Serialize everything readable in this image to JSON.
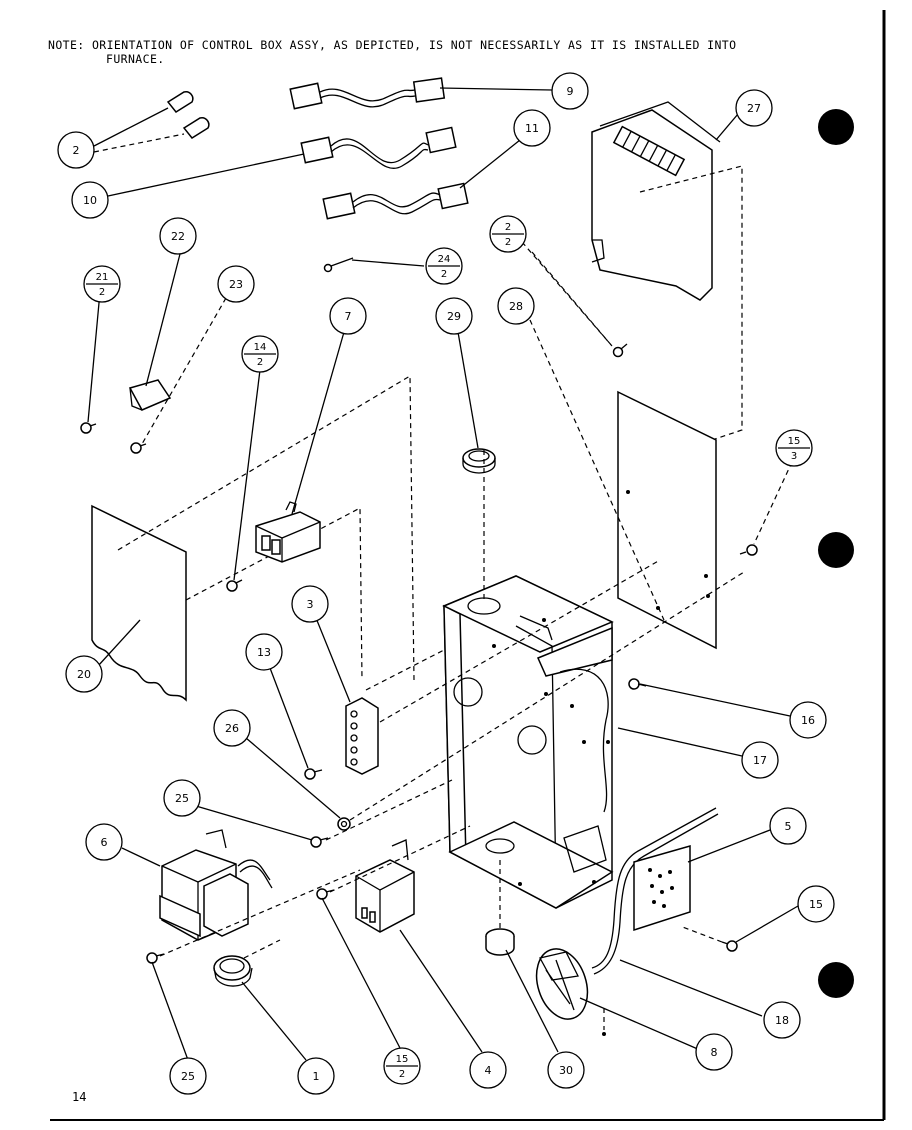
{
  "note": {
    "line1": "NOTE:  ORIENTATION OF CONTROL BOX ASSY, AS DEPICTED, IS NOT NECESSARILY AS IT IS INSTALLED INTO",
    "line2": "FURNACE."
  },
  "page_number": "14",
  "callouts": [
    {
      "id": "c2",
      "label": "2"
    },
    {
      "id": "c10",
      "label": "10"
    },
    {
      "id": "c9",
      "label": "9"
    },
    {
      "id": "c11",
      "label": "11"
    },
    {
      "id": "c27",
      "label": "27"
    },
    {
      "id": "c2-2",
      "num": "2",
      "den": "2"
    },
    {
      "id": "c24-2",
      "num": "24",
      "den": "2"
    },
    {
      "id": "c22",
      "label": "22"
    },
    {
      "id": "c21-2",
      "num": "21",
      "den": "2"
    },
    {
      "id": "c23",
      "label": "23"
    },
    {
      "id": "c7",
      "label": "7"
    },
    {
      "id": "c29",
      "label": "29"
    },
    {
      "id": "c28",
      "label": "28"
    },
    {
      "id": "c14-2",
      "num": "14",
      "den": "2"
    },
    {
      "id": "c15-3",
      "num": "15",
      "den": "3"
    },
    {
      "id": "c3",
      "label": "3"
    },
    {
      "id": "c13",
      "label": "13"
    },
    {
      "id": "c20",
      "label": "20"
    },
    {
      "id": "c26",
      "label": "26"
    },
    {
      "id": "c16",
      "label": "16"
    },
    {
      "id": "c17",
      "label": "17"
    },
    {
      "id": "c25a",
      "label": "25"
    },
    {
      "id": "c6",
      "label": "6"
    },
    {
      "id": "c5",
      "label": "5"
    },
    {
      "id": "c15",
      "label": "15"
    },
    {
      "id": "c18",
      "label": "18"
    },
    {
      "id": "c8",
      "label": "8"
    },
    {
      "id": "c25b",
      "label": "25"
    },
    {
      "id": "c1",
      "label": "1"
    },
    {
      "id": "c15-2",
      "num": "15",
      "den": "2"
    },
    {
      "id": "c4",
      "label": "4"
    },
    {
      "id": "c30",
      "label": "30"
    }
  ]
}
